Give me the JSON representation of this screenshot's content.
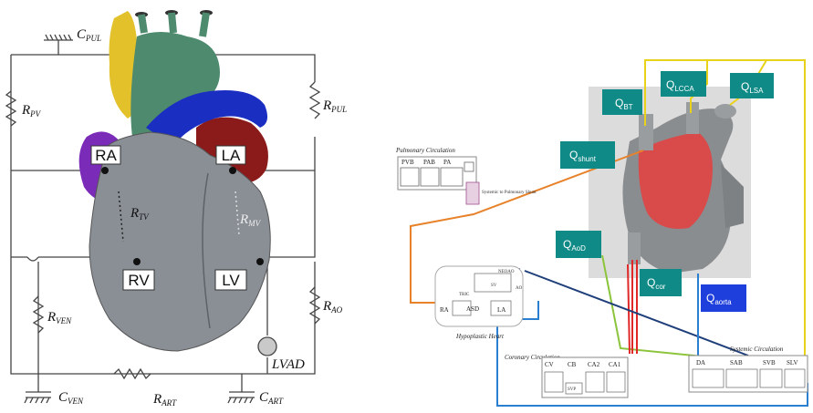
{
  "left_diagram": {
    "components": {
      "c_pul": {
        "main": "C",
        "sub": "PUL"
      },
      "r_pv": {
        "main": "R",
        "sub": "PV"
      },
      "r_pul": {
        "main": "R",
        "sub": "PUL"
      },
      "r_tv": {
        "main": "R",
        "sub": "TV"
      },
      "r_mv": {
        "main": "R",
        "sub": "MV"
      },
      "r_ven": {
        "main": "R",
        "sub": "VEN"
      },
      "r_ao": {
        "main": "R",
        "sub": "AO"
      },
      "lvad": "LVAD",
      "c_ven": {
        "main": "C",
        "sub": "VEN"
      },
      "r_art": {
        "main": "R",
        "sub": "ART"
      },
      "c_art": {
        "main": "C",
        "sub": "ART"
      }
    },
    "nodes": {
      "ra": "RA",
      "la": "LA",
      "rv": "RV",
      "lv": "LV"
    }
  },
  "right_diagram": {
    "flows": {
      "q_bt": {
        "main": "Q",
        "sub": "BT"
      },
      "q_lcca": {
        "main": "Q",
        "sub": "LCCA"
      },
      "q_lsa": {
        "main": "Q",
        "sub": "LSA"
      },
      "q_shunt": {
        "main": "Q",
        "sub": "shunt"
      },
      "q_aod": {
        "main": "Q",
        "sub": "AoD"
      },
      "q_cor": {
        "main": "Q",
        "sub": "cor"
      },
      "q_aorta": {
        "main": "Q",
        "sub": "aorta"
      }
    },
    "pulmonary": {
      "title": "Pulmonary Circulation",
      "cols": [
        "PVB",
        "PAB",
        "PA"
      ],
      "shunt_label": "Systemic to Pulmonary Shunt"
    },
    "heart": {
      "title": "Hypoplastic Heart",
      "labels": [
        "NEOAO",
        "AO",
        "SV",
        "TRIC",
        "RA",
        "ASD",
        "LA"
      ]
    },
    "coronary": {
      "title": "Coronary Circulation",
      "cols": [
        "CV",
        "CB",
        "CA2",
        "CA1"
      ],
      "box_label": "SVP"
    },
    "systemic": {
      "title": "Systemic Circulation",
      "cols": [
        "DA",
        "SAB",
        "SVB",
        "SLV"
      ]
    }
  },
  "colors": {
    "yellow_line": "#e8d21a",
    "orange_line": "#e8822a",
    "green_line": "#8cc43c",
    "red_line": "#e02828",
    "navy_line": "#1f3f7a",
    "blue_line": "#2a7fd0",
    "teal_label": "#0f8a86",
    "blue_label": "#1f3fdc"
  }
}
